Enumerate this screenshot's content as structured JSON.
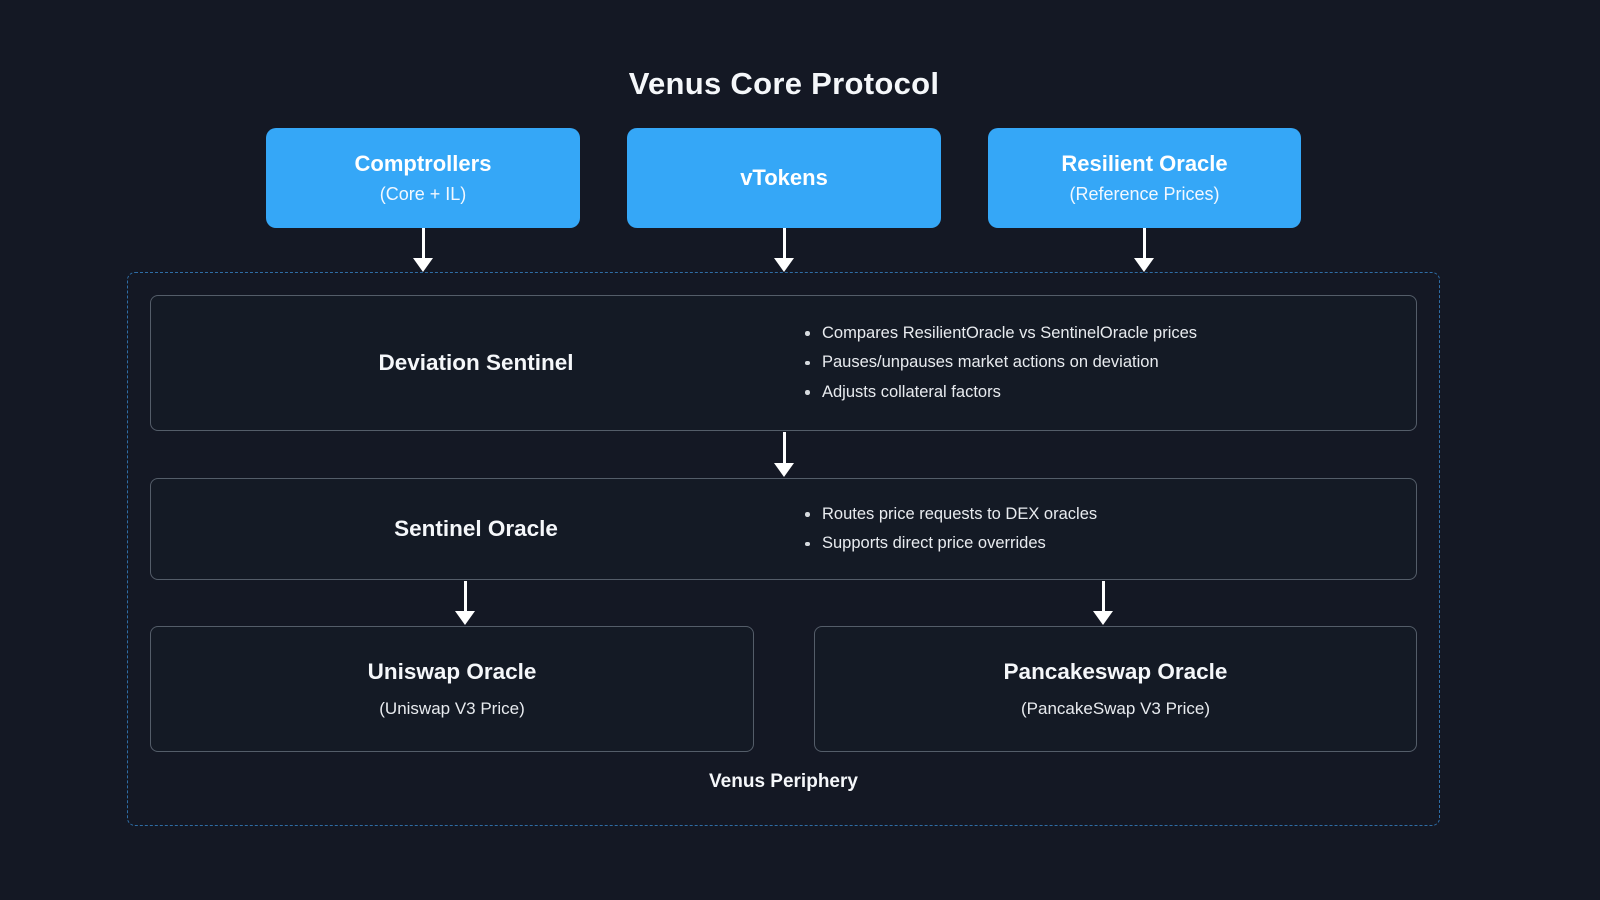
{
  "title": "Venus Core Protocol",
  "colors": {
    "background": "#141824",
    "accent_blue": "#35A7F7",
    "dashed_border_blue": "#2e6da6",
    "box_border_gray": "#545d69",
    "text_primary": "#f5f7fa",
    "text_secondary": "#e8ebef"
  },
  "top_boxes": {
    "comptrollers": {
      "title": "Comptrollers",
      "subtitle": "(Core + IL)"
    },
    "vtokens": {
      "title": "vTokens"
    },
    "resilient_oracle": {
      "title": "Resilient Oracle",
      "subtitle": "(Reference Prices)"
    }
  },
  "periphery": {
    "label": "Venus Periphery",
    "deviation_sentinel": {
      "title": "Deviation Sentinel",
      "bullets": [
        "Compares ResilientOracle vs SentinelOracle prices",
        "Pauses/unpauses market actions on deviation",
        "Adjusts collateral factors"
      ]
    },
    "sentinel_oracle": {
      "title": "Sentinel Oracle",
      "bullets": [
        "Routes price requests to DEX oracles",
        "Supports direct price overrides"
      ]
    },
    "uniswap_oracle": {
      "title": "Uniswap Oracle",
      "subtitle": "(Uniswap V3 Price)"
    },
    "pancakeswap_oracle": {
      "title": "Pancakeswap Oracle",
      "subtitle": "(PancakeSwap V3 Price)"
    }
  }
}
